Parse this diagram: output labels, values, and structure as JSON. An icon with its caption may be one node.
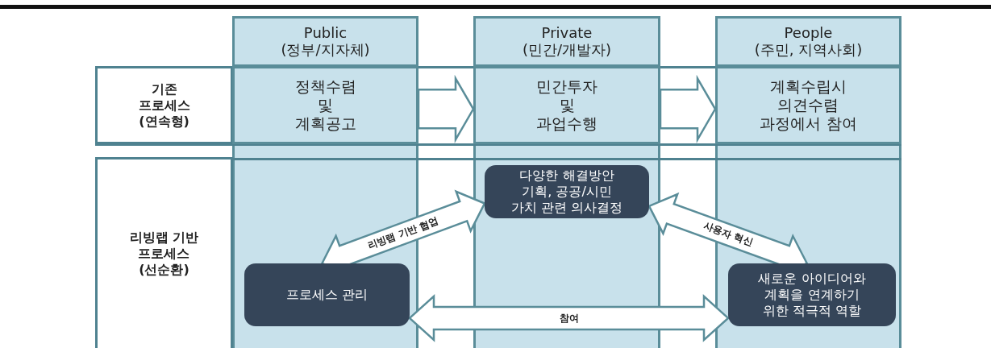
{
  "diagram": {
    "nodes": [
      {
        "text": [
          "Public (정부/지자체)"
        ]
      },
      {
        "text": [
          "Private (민간/개발자)"
        ]
      },
      {
        "text": [
          "People (주민, 지역사회)"
        ]
      },
      {
        "text": [
          "기존 프로세스 (연속형)"
        ]
      },
      {
        "text": [
          "정책수렴 및 계획공고"
        ]
      },
      {
        "text": [
          "민간투자 및 과업수행"
        ]
      },
      {
        "text": [
          "계획수립시 의견수렴 과정에서 참여"
        ]
      },
      {
        "text": [
          "리빙랩 기반 프로세스 (선순환)"
        ]
      },
      {
        "text": [
          "다양한 해결방안 기획, 공공/시민 가치 관련 의사결정"
        ]
      },
      {
        "text": [
          "프로세스 관리"
        ]
      },
      {
        "text": [
          "새로운 아이디어와 계획을 연계하기 위한 적극적 역할"
        ]
      }
    ],
    "edges": [
      {
        "from": 4,
        "to": 5,
        "arrow": "to"
      },
      {
        "from": 5,
        "to": 6,
        "arrow": "to"
      },
      {
        "from": 9,
        "to": 8,
        "arrow": "both",
        "label": "리빙랩 기반 협업"
      },
      {
        "from": 8,
        "to": 10,
        "arrow": "both",
        "label": "사용자 혁신"
      },
      {
        "from": 9,
        "to": 10,
        "arrow": "both",
        "label": "참여"
      }
    ]
  }
}
